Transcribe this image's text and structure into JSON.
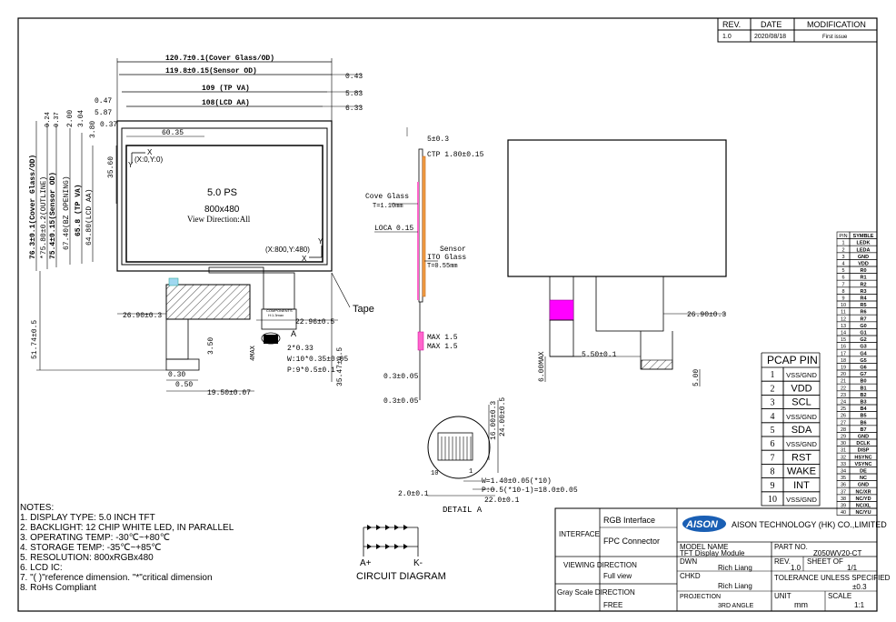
{
  "revision_table": {
    "headers": [
      "REV.",
      "DATE",
      "MODIFICATION"
    ],
    "row": [
      "1.0",
      "2020/08/18",
      "First issue"
    ]
  },
  "front_view": {
    "dims_top": [
      "120.7±0.1(Cover Glass/OD)",
      "119.8±0.15(Sensor OD)",
      "109 (TP VA)",
      "108(LCD AA)"
    ],
    "dims_right": [
      "0.43",
      "5.83",
      "6.33"
    ],
    "dims_left_small": [
      "0.47",
      "5.87",
      "0.37",
      "3.80",
      "3.04",
      "2.00",
      "0.37",
      "0.24"
    ],
    "dims_vertical": [
      "76.3±0.1(Cover Glass/OD)",
      "*75.80±0.2(OUTLINE)",
      "75.4±0.15(Sensor OD)",
      "67.40(BZ OPENING)",
      "65.8 (TP VA)",
      "64.80(LCD AA)",
      "35.60"
    ],
    "dim_60": "60.35",
    "origin_label": "(X:0,Y:0)",
    "end_label": "(X:800,Y:480)",
    "axis_x": "X",
    "axis_y": "Y",
    "panel_title": "5.0  PS",
    "resolution": "800x480",
    "view_direction": "View Direction:All",
    "fpc_dims": [
      "26.90±0.3",
      "22.96±0.5",
      "51.74±0.5",
      "35.47±0.5",
      "19.50±0.07",
      "0.30",
      "0.50",
      "3.50",
      "4MAX"
    ],
    "pitch_dims": [
      "2*0.33",
      "W:10*0.35±0.05",
      "P:9*0.5±0.1"
    ],
    "tape_label": "Tape",
    "components_label": "COMPONENTS",
    "components_sub": "H:1.3max",
    "callout_a": "A"
  },
  "side_view": {
    "labels": [
      "5±0.3",
      "CTP 1.80±0.15",
      "Cove Glass",
      "T=1.10mm",
      "LOCA 0.15",
      "Sensor",
      "ITO Glass",
      "T=0.55mm",
      "MAX 1.5",
      "MAX 1.5",
      "0.3±0.05",
      "0.3±0.05"
    ]
  },
  "detail_a": {
    "title": "DETAIL  A",
    "dims": [
      "16.00±0.3",
      "24.00±0.5",
      "W=1.40±0.05(*10)",
      "P:0.5(*10-1)=18.0±0.05",
      "2.0±0.1",
      "22.0±0.1",
      "10",
      "1"
    ]
  },
  "back_view": {
    "dims": [
      "26.90±0.3",
      "5.50±0.1",
      "6.00MAX",
      "5.00"
    ]
  },
  "pin_table": {
    "headers": [
      "PIN",
      "SYMBLE"
    ],
    "rows": [
      [
        "1",
        "LEDK"
      ],
      [
        "2",
        "LEDA"
      ],
      [
        "3",
        "GND"
      ],
      [
        "4",
        "VDD"
      ],
      [
        "5",
        "R0"
      ],
      [
        "6",
        "R1"
      ],
      [
        "7",
        "R2"
      ],
      [
        "8",
        "R3"
      ],
      [
        "9",
        "R4"
      ],
      [
        "10",
        "R5"
      ],
      [
        "11",
        "R6"
      ],
      [
        "12",
        "R7"
      ],
      [
        "13",
        "G0"
      ],
      [
        "14",
        "G1"
      ],
      [
        "15",
        "G2"
      ],
      [
        "16",
        "G3"
      ],
      [
        "17",
        "G4"
      ],
      [
        "18",
        "G5"
      ],
      [
        "19",
        "G6"
      ],
      [
        "20",
        "G7"
      ],
      [
        "21",
        "B0"
      ],
      [
        "22",
        "B1"
      ],
      [
        "23",
        "B2"
      ],
      [
        "24",
        "B3"
      ],
      [
        "25",
        "B4"
      ],
      [
        "26",
        "B5"
      ],
      [
        "27",
        "B6"
      ],
      [
        "28",
        "B7"
      ],
      [
        "29",
        "GND"
      ],
      [
        "30",
        "DCLK"
      ],
      [
        "31",
        "DISP"
      ],
      [
        "32",
        "HSYNC"
      ],
      [
        "33",
        "VSYNC"
      ],
      [
        "34",
        "DE"
      ],
      [
        "35",
        "NC"
      ],
      [
        "36",
        "GND"
      ],
      [
        "37",
        "NC/XR"
      ],
      [
        "38",
        "NC/YD"
      ],
      [
        "39",
        "NC/XL"
      ],
      [
        "40",
        "NC/YU"
      ]
    ]
  },
  "pcap_table": {
    "title": "PCAP  PIN",
    "rows": [
      [
        "1",
        "VSS/GND"
      ],
      [
        "2",
        "VDD"
      ],
      [
        "3",
        "SCL"
      ],
      [
        "4",
        "VSS/GND"
      ],
      [
        "5",
        "SDA"
      ],
      [
        "6",
        "VSS/GND"
      ],
      [
        "7",
        "RST"
      ],
      [
        "8",
        "WAKE"
      ],
      [
        "9",
        "INT"
      ],
      [
        "10",
        "VSS/GND"
      ]
    ]
  },
  "notes": {
    "title": "NOTES:",
    "items": [
      "1. DISPLAY TYPE: 5.0 INCH TFT",
      "2. BACKLIGHT: 12 CHIP WHITE LED, IN PARALLEL",
      "  3. OPERATING TEMP: -30℃~+80℃",
      "4. STORAGE TEMP: -35℃~+85℃",
      "5. RESOLUTION:  800xRGBx480",
      "6. LCD IC:",
      "7. \"( )\"reference dimension. \"*\"critical dimension",
      "8. RoHs Compliant"
    ]
  },
  "circuit": {
    "label": "CIRCUIT DIAGRAM",
    "anode": "A+",
    "cathode": "K-"
  },
  "title_block": {
    "interface_label": "INTERFACE",
    "interface_values": [
      "RGB Interface",
      "FPC Connector"
    ],
    "viewing_label": "VIEWING DIRECTION",
    "viewing_value": "Full view",
    "grayscale_label": "Gray Scale DIRECTION",
    "grayscale_value": "FREE",
    "logo": "AISON",
    "company": "AISON TECHNOLOGY (HK) CO.,LIMITED",
    "model_name_label": "MODEL NAME",
    "model_name": "TFT Display Module",
    "part_no_label": "PART NO.",
    "part_no": "Z050WV20-CT",
    "dwn_label": "DWN",
    "dwn": "Rich Liang",
    "rev_label": "REV.",
    "rev": "1.0",
    "sheet_label": "SHEET OF",
    "sheet": "1/1",
    "chkd_label": "CHKD",
    "chkd": "Rich Liang",
    "tolerance_label": "TOLERANCE UNLESS SPECIFIED",
    "tolerance": "±0.3",
    "projection_label": "PROJECTION",
    "projection": "3RD ANGLE",
    "unit_label": "UNIT",
    "unit": "mm",
    "scale_label": "SCALE",
    "scale": "1:1"
  }
}
